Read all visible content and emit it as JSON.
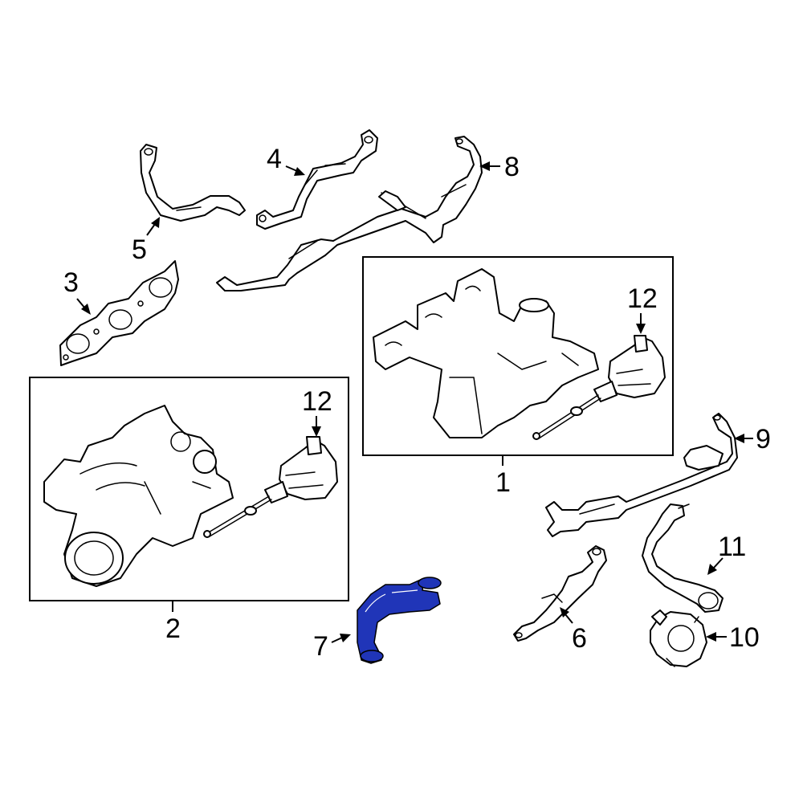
{
  "callouts": {
    "c1": "1",
    "c2": "2",
    "c3": "3",
    "c4": "4",
    "c5": "5",
    "c6": "6",
    "c7": "7",
    "c8": "8",
    "c9": "9",
    "c10": "10",
    "c11": "11",
    "c12a": "12",
    "c12b": "12"
  },
  "colors": {
    "highlight": "#2035b8",
    "line": "#000000",
    "background": "#ffffff"
  }
}
